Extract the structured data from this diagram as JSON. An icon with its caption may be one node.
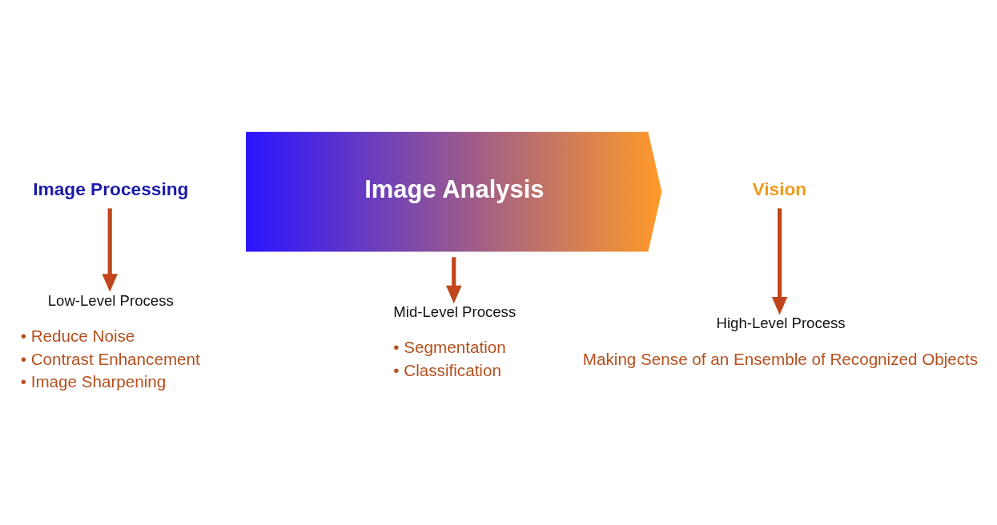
{
  "diagram": {
    "nodes": [
      {
        "text": [
          "Image Processing"
        ]
      },
      {
        "text": [
          "Image Analysis"
        ]
      },
      {
        "text": [
          "Vision"
        ]
      },
      {
        "text": [
          "Low-Level Process"
        ],
        "beside": [
          "• Reduce Noise",
          "• Contrast Enhancement",
          "• Image Sharpening"
        ]
      },
      {
        "text": [
          "Mid-Level Process"
        ],
        "beside": [
          "• Segmentation",
          "• Classification"
        ]
      },
      {
        "text": [
          "High-Level Process"
        ],
        "beside": [
          "Making Sense of an Ensemble of Recognized Objects"
        ]
      }
    ],
    "edges": [
      {
        "from": 0,
        "to": 3,
        "arrow": "to"
      },
      {
        "from": 1,
        "to": 4,
        "arrow": "to"
      },
      {
        "from": 2,
        "to": 5,
        "arrow": "to"
      }
    ]
  }
}
